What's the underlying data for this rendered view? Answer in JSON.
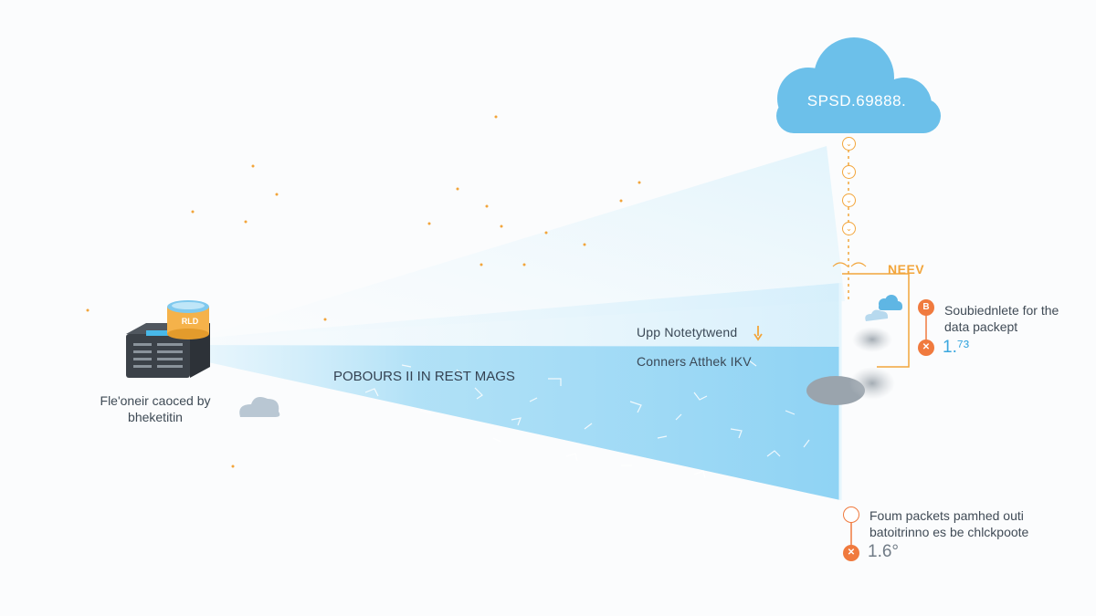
{
  "source": {
    "label_line1": "Fle'oneir caoced by",
    "label_line2": "bheketitin",
    "db_badge": "RLD",
    "icon": "server-icon"
  },
  "beam": {
    "title": "POBOURS II IN REST MAGS",
    "note_1": "Upp Notetytwend",
    "note_2": "Conners Atthek IKV"
  },
  "cloud": {
    "label": "SPSD.69888.",
    "icon": "cloud-icon"
  },
  "checkpoint": {
    "label": "NEEV"
  },
  "callout_a": {
    "marker": "B",
    "text": "Soubiednlete for the data packept",
    "value": "1.⁷³"
  },
  "callout_b": {
    "text": "Foum packets pamhed outi batoitrinno es be chlckpoote",
    "value": "1.6°"
  },
  "colors": {
    "beam": "#8fd3f4",
    "cloud": "#6cc0ea",
    "accent_orange": "#f07a3e",
    "accent_yellow": "#f2a53b"
  }
}
